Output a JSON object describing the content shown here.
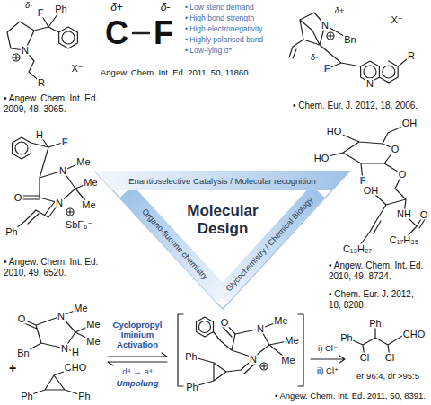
{
  "diagram": {
    "nodes": [
      {
        "text": [
          "Molecular Design"
        ]
      },
      {
        "text": [
          "Enantioselective Catalysis / Molecular recognition"
        ],
        "in": 0
      },
      {
        "text": [
          "Organo-fluorine chemistry"
        ],
        "in": 0
      },
      {
        "text": [
          "Glycochemistry / Chemical Biology"
        ],
        "in": 0
      }
    ],
    "labels": [
      "δ-",
      "F",
      "Ph",
      "N",
      "X⁻",
      "R",
      "• Angew. Chem. Int. Ed. 2009, 48, 3065.",
      "δ+",
      "δ-",
      "C",
      "F",
      "• Low steric demand",
      "• High bond strength",
      "• High electronegativity",
      "• Highly polarised bond",
      "• Low-lying σ*",
      "Angew. Chem. Int. Ed. 2011, 50, 11860.",
      "δ+",
      "N",
      "Bn",
      "X⁻",
      "δ-",
      "F",
      "R",
      "N",
      "• Chem. Eur. J. 2012, 18, 2006.",
      "H",
      "F",
      "O",
      "N",
      "Me",
      "N",
      "Me",
      "Me",
      "Ph",
      "SbF₆⁻",
      "• Angew. Chem. Int. Ed. 2010, 49, 6520.",
      "HO",
      "OH",
      "HO",
      "O",
      "F",
      "O",
      "OH",
      "NH",
      "O",
      "C₁₇H₃₅",
      "C₁₃H₂₇",
      "• Angew. Chem. Int. Ed. 2010, 49, 8724.",
      "• Chem. Eur. J. 2012, 18, 8208.",
      "O",
      "N",
      "Me",
      "Me",
      "Me",
      "Bn",
      "N",
      "H",
      "+",
      "CHO",
      "Ph",
      "Ph",
      "Cyclopropyl Iminium Activation",
      "d⁴ → a⁴",
      "Umpolung",
      "O",
      "N",
      "Me",
      "N",
      "Me",
      "Me",
      "Ph",
      "Ph",
      "i) Cl⁻",
      "ii) Cl⁺",
      "Ph",
      "Cl",
      "Ph",
      "Cl",
      "CHO",
      "er 96:4, dr >95:5",
      "• Angew. Chem. Int. Ed. 2011, 50, 8391."
    ]
  }
}
